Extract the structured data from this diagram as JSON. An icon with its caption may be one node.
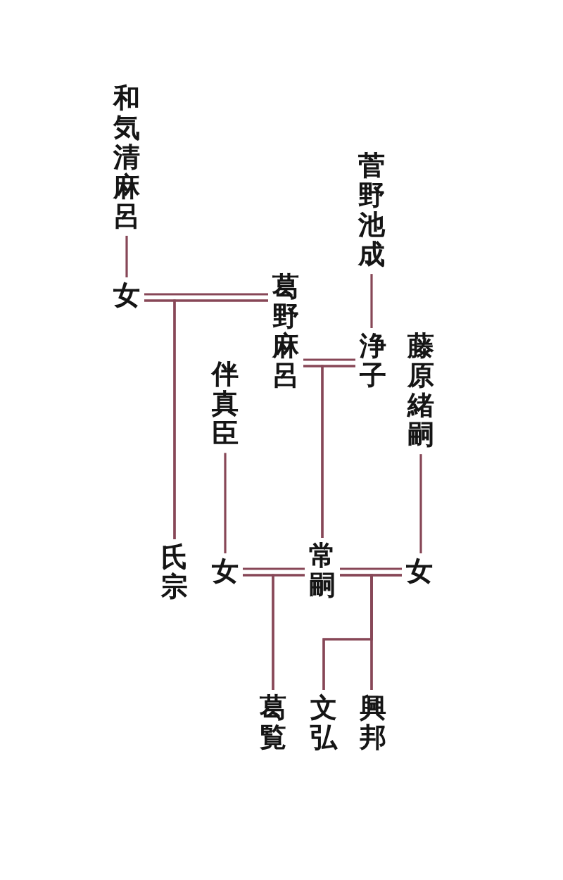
{
  "diagram": {
    "nodes": [
      {
        "text": [
          "和気清麻呂"
        ]
      },
      {
        "text": [
          "女"
        ]
      },
      {
        "text": [
          "葛野麻呂"
        ]
      },
      {
        "text": [
          "菅野池成"
        ]
      },
      {
        "text": [
          "浄子"
        ]
      },
      {
        "text": [
          "藤原緒嗣"
        ]
      },
      {
        "text": [
          "伴真臣"
        ]
      },
      {
        "text": [
          "氏宗"
        ]
      },
      {
        "text": [
          "女"
        ]
      },
      {
        "text": [
          "常嗣"
        ]
      },
      {
        "text": [
          "女"
        ]
      },
      {
        "text": [
          "葛覧"
        ]
      },
      {
        "text": [
          "文弘"
        ]
      },
      {
        "text": [
          "興邦"
        ]
      }
    ],
    "edges": [
      {
        "from": 0,
        "to": 1,
        "arrow": "none"
      },
      {
        "from": 1,
        "to": 2,
        "arrow": "none"
      },
      {
        "from": 1,
        "to": 7,
        "arrow": "none"
      },
      {
        "from": 2,
        "to": 7,
        "arrow": "none"
      },
      {
        "from": 3,
        "to": 4,
        "arrow": "none"
      },
      {
        "from": 2,
        "to": 4,
        "arrow": "none"
      },
      {
        "from": 2,
        "to": 9,
        "arrow": "none"
      },
      {
        "from": 4,
        "to": 9,
        "arrow": "none"
      },
      {
        "from": 6,
        "to": 8,
        "arrow": "none"
      },
      {
        "from": 5,
        "to": 10,
        "arrow": "none"
      },
      {
        "from": 8,
        "to": 9,
        "arrow": "none"
      },
      {
        "from": 9,
        "to": 10,
        "arrow": "none"
      },
      {
        "from": 8,
        "to": 11,
        "arrow": "none"
      },
      {
        "from": 9,
        "to": 11,
        "arrow": "none"
      },
      {
        "from": 9,
        "to": 12,
        "arrow": "none"
      },
      {
        "from": 10,
        "to": 12,
        "arrow": "none"
      },
      {
        "from": 9,
        "to": 13,
        "arrow": "none"
      },
      {
        "from": 10,
        "to": 13,
        "arrow": "none"
      }
    ]
  }
}
